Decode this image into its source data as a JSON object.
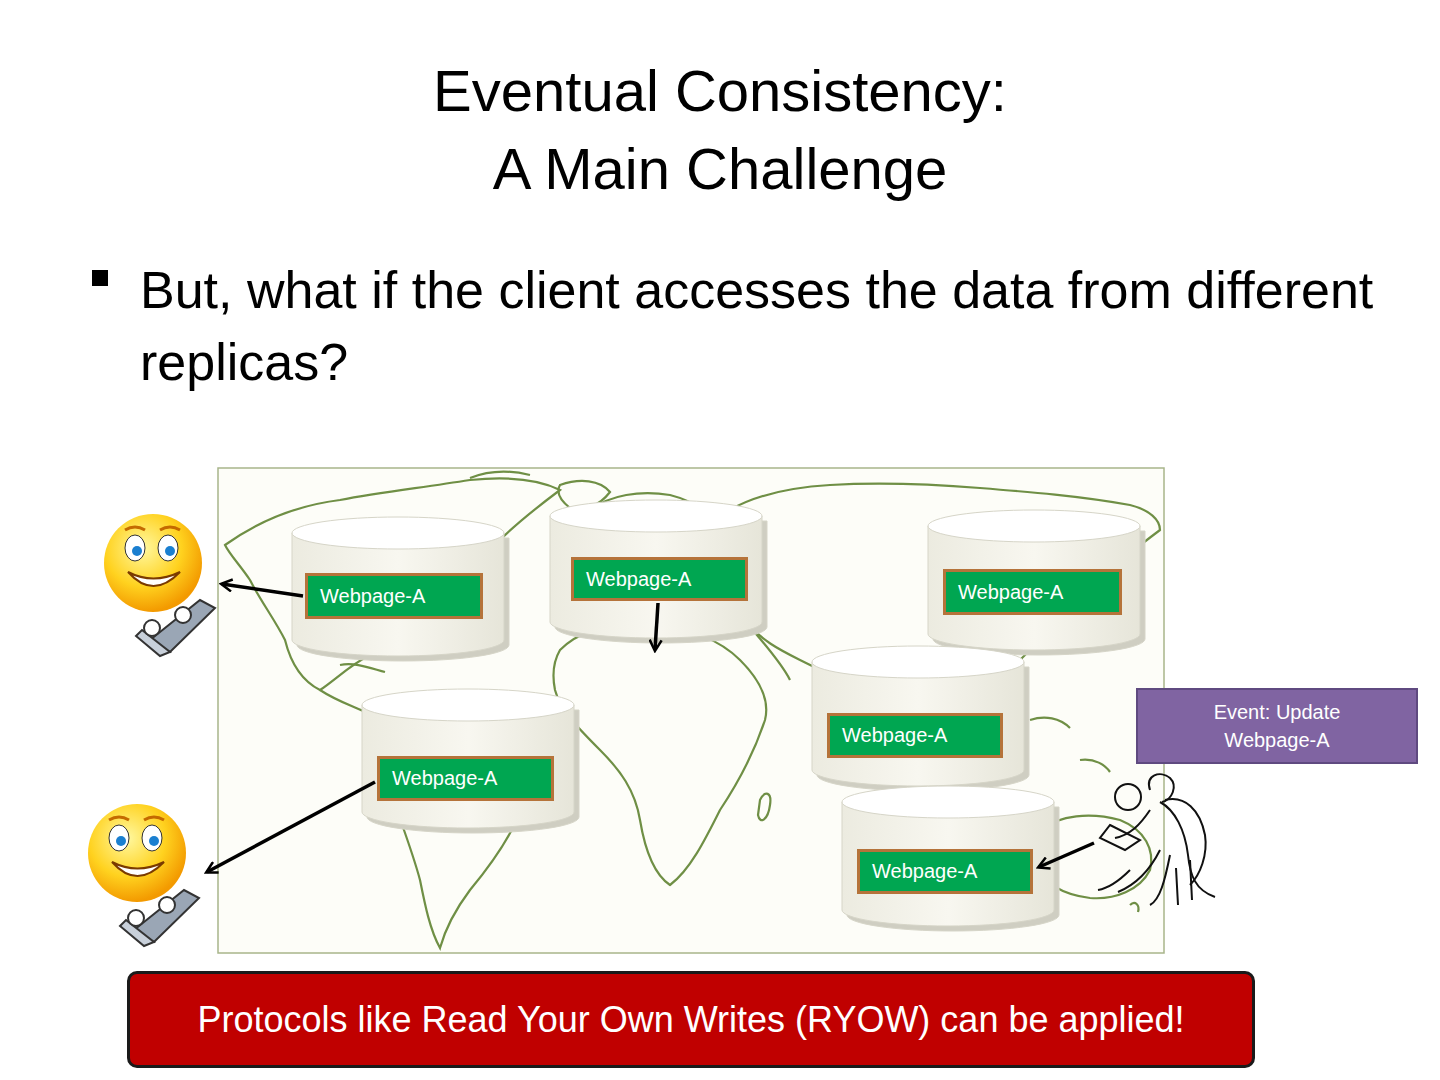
{
  "diagram": {
    "title": "Eventual Consistency: A Main Challenge",
    "nodes": [
      {
        "text": [
          "Webpage-A"
        ]
      },
      {
        "text": [
          "Webpage-A"
        ]
      },
      {
        "text": [
          "Webpage-A"
        ]
      },
      {
        "text": [
          "Event: Update Webpage-A"
        ]
      },
      {
        "text": [
          "Webpage-A"
        ]
      },
      {
        "text": [
          "Webpage-A"
        ]
      },
      {
        "text": [
          "Webpage-A"
        ]
      },
      {
        "text": [
          "Protocols like Read Your Own Writes (RYOW) can be applied!"
        ]
      }
    ],
    "labels": [
      "But, what if the client accesses the data from different replicas?"
    ]
  }
}
